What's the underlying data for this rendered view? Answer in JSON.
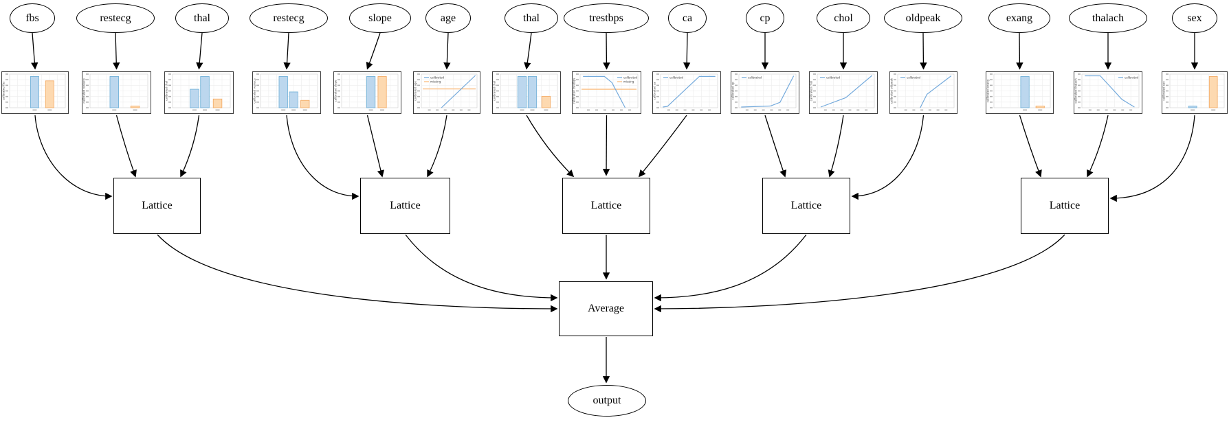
{
  "diagram_type": "lattice-ensemble-model-graph",
  "nodes": {
    "inputs": [
      {
        "label": "fbs"
      },
      {
        "label": "restecg"
      },
      {
        "label": "thal"
      },
      {
        "label": "restecg"
      },
      {
        "label": "slope"
      },
      {
        "label": "age"
      },
      {
        "label": "thal"
      },
      {
        "label": "trestbps"
      },
      {
        "label": "ca"
      },
      {
        "label": "cp"
      },
      {
        "label": "chol"
      },
      {
        "label": "oldpeak"
      },
      {
        "label": "exang"
      },
      {
        "label": "thalach"
      },
      {
        "label": "sex"
      }
    ],
    "lattices": [
      {
        "label": "Lattice"
      },
      {
        "label": "Lattice"
      },
      {
        "label": "Lattice"
      },
      {
        "label": "Lattice"
      },
      {
        "label": "Lattice"
      }
    ],
    "average": {
      "label": "Average"
    },
    "output": {
      "label": "output"
    }
  },
  "lattice_groups": [
    [
      0,
      1,
      2
    ],
    [
      3,
      4,
      5
    ],
    [
      6,
      7,
      8
    ],
    [
      9,
      10,
      11
    ],
    [
      12,
      13,
      14
    ]
  ],
  "legend_labels": {
    "calibrated": "calibrated",
    "missing": "missing"
  },
  "calibrator_charts": [
    {
      "feature": "fbs",
      "ylabel": "calibrated fbs",
      "type": "bar",
      "legend": [],
      "legend_pos": null,
      "bars": [
        {
          "x": 0.45,
          "h": 0.93,
          "series": "calibrated"
        },
        {
          "x": 0.72,
          "h": 0.8,
          "series": "missing"
        }
      ]
    },
    {
      "feature": "restecg",
      "ylabel": "calibrated restecg",
      "type": "bar",
      "legend": [],
      "legend_pos": null,
      "bars": [
        {
          "x": 0.42,
          "h": 0.93,
          "series": "calibrated"
        },
        {
          "x": 0.78,
          "h": 0.05,
          "series": "missing"
        }
      ]
    },
    {
      "feature": "thal",
      "ylabel": "calibrated thal",
      "type": "bar",
      "legend": [],
      "legend_pos": null,
      "bars": [
        {
          "x": 0.38,
          "h": 0.55,
          "series": "calibrated"
        },
        {
          "x": 0.56,
          "h": 0.93,
          "series": "calibrated"
        },
        {
          "x": 0.78,
          "h": 0.26,
          "series": "missing"
        }
      ]
    },
    {
      "feature": "restecg",
      "ylabel": "calibrated restecg",
      "type": "bar",
      "legend": [],
      "legend_pos": null,
      "bars": [
        {
          "x": 0.4,
          "h": 0.93,
          "series": "calibrated"
        },
        {
          "x": 0.58,
          "h": 0.47,
          "series": "calibrated"
        },
        {
          "x": 0.78,
          "h": 0.22,
          "series": "missing"
        }
      ]
    },
    {
      "feature": "slope",
      "ylabel": "calibrated slope",
      "type": "bar",
      "legend": [],
      "legend_pos": null,
      "bars": [
        {
          "x": 0.52,
          "h": 0.93,
          "series": "calibrated"
        },
        {
          "x": 0.72,
          "h": 0.93,
          "series": "missing"
        }
      ]
    },
    {
      "feature": "age",
      "ylabel": "calibrated age",
      "type": "line",
      "legend": [
        "calibrated",
        "missing"
      ],
      "legend_pos": "tl",
      "line": [
        [
          0.36,
          0.0
        ],
        [
          0.97,
          0.96
        ]
      ],
      "missing_value": 0.56
    },
    {
      "feature": "thal",
      "ylabel": "calibrated thal",
      "type": "bar",
      "legend": [],
      "legend_pos": null,
      "bars": [
        {
          "x": 0.38,
          "h": 0.93,
          "series": "calibrated"
        },
        {
          "x": 0.56,
          "h": 0.93,
          "series": "calibrated"
        },
        {
          "x": 0.8,
          "h": 0.34,
          "series": "missing"
        }
      ]
    },
    {
      "feature": "trestbps",
      "ylabel": "calibrated trestbps",
      "type": "line",
      "legend": [
        "calibrated",
        "missing"
      ],
      "legend_pos": "tr",
      "line": [
        [
          0.05,
          0.93
        ],
        [
          0.42,
          0.93
        ],
        [
          0.55,
          0.75
        ],
        [
          0.78,
          0.0
        ]
      ],
      "missing_value": 0.55
    },
    {
      "feature": "ca",
      "ylabel": "calibrated ca",
      "type": "line",
      "legend": [
        "calibrated"
      ],
      "legend_pos": "tl",
      "line": [
        [
          0.04,
          0.02
        ],
        [
          0.12,
          0.04
        ],
        [
          0.68,
          0.93
        ],
        [
          0.96,
          0.93
        ]
      ],
      "missing_value": null
    },
    {
      "feature": "cp",
      "ylabel": "calibrated cp",
      "type": "line",
      "legend": [
        "calibrated"
      ],
      "legend_pos": "tl",
      "line": [
        [
          0.04,
          0.02
        ],
        [
          0.55,
          0.05
        ],
        [
          0.72,
          0.16
        ],
        [
          0.96,
          0.95
        ]
      ],
      "missing_value": null
    },
    {
      "feature": "chol",
      "ylabel": "calibrated chol",
      "type": "line",
      "legend": [
        "calibrated"
      ],
      "legend_pos": "tl",
      "line": [
        [
          0.06,
          0.02
        ],
        [
          0.5,
          0.3
        ],
        [
          0.96,
          0.96
        ]
      ],
      "missing_value": null
    },
    {
      "feature": "oldpeak",
      "ylabel": "calibrated oldpeak",
      "type": "line",
      "legend": [
        "calibrated"
      ],
      "legend_pos": "tl",
      "line": [
        [
          0.4,
          0.0
        ],
        [
          0.52,
          0.4
        ],
        [
          0.95,
          0.95
        ]
      ],
      "missing_value": null
    },
    {
      "feature": "exang",
      "ylabel": "calibrated exang",
      "type": "bar",
      "legend": [],
      "legend_pos": null,
      "bars": [
        {
          "x": 0.55,
          "h": 0.93,
          "series": "calibrated"
        },
        {
          "x": 0.82,
          "h": 0.05,
          "series": "missing"
        }
      ]
    },
    {
      "feature": "thalach",
      "ylabel": "calibrated thalach",
      "type": "line",
      "legend": [
        "calibrated"
      ],
      "legend_pos": "tr",
      "line": [
        [
          0.05,
          0.95
        ],
        [
          0.32,
          0.95
        ],
        [
          0.5,
          0.62
        ],
        [
          0.7,
          0.25
        ],
        [
          0.92,
          0.02
        ]
      ],
      "missing_value": null
    },
    {
      "feature": "sex",
      "ylabel": "calibrated sex",
      "type": "bar",
      "legend": [],
      "legend_pos": null,
      "bars": [
        {
          "x": 0.42,
          "h": 0.05,
          "series": "calibrated"
        },
        {
          "x": 0.8,
          "h": 0.93,
          "series": "missing"
        }
      ]
    }
  ],
  "colors": {
    "edge": "#000000",
    "bar_blue_fill": "#bcd7ee",
    "bar_blue_edge": "#6baed6",
    "bar_orange_fill": "#fdd9b0",
    "bar_orange_edge": "#f3a860",
    "line_blue": "#74aadc",
    "line_orange": "#fbbd80",
    "grid": "#ededed",
    "axis_frame": "#cccccc",
    "tick": "#b0b0b0",
    "tiny_text": "#555555"
  }
}
